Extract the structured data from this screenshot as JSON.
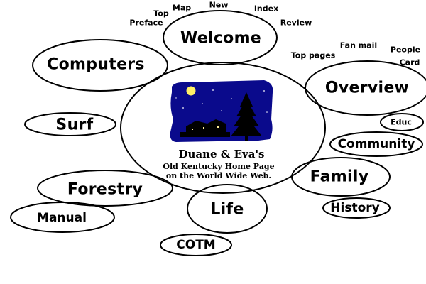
{
  "center": {
    "title": "Duane & Eva's",
    "subtitle_line1": "Old Kentucky Home Page",
    "subtitle_line2": "on the World Wide Web."
  },
  "nodes": {
    "welcome": "Welcome",
    "computers": "Computers",
    "overview": "Overview",
    "surf": "Surf",
    "community": "Community",
    "educ": "Educ",
    "family": "Family",
    "forestry": "Forestry",
    "life": "Life",
    "history": "History",
    "manual": "Manual",
    "cotm": "COTM"
  },
  "small_links": {
    "map": "Map",
    "new": "New",
    "index": "Index",
    "top": "Top",
    "preface": "Preface",
    "review": "Review",
    "fan_mail": "Fan mail",
    "people": "People",
    "card": "Card",
    "top_pages": "Top pages"
  },
  "colors": {
    "night_sky": "#0a0a8c",
    "moon": "#fff066",
    "tree": "#000000",
    "outline": "#000000"
  }
}
